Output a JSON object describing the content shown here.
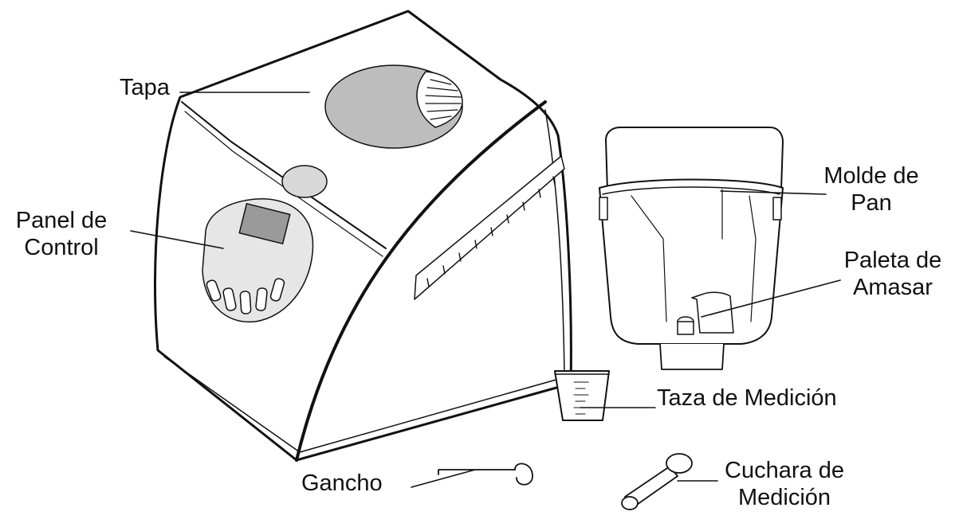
{
  "colors": {
    "ink": "#111111",
    "shade_light": "#e6e6e6",
    "shade_mid": "#bdbdbd",
    "shade_dark": "#9a9a9a",
    "background": "#ffffff"
  },
  "parts": {
    "lid": {
      "label": "Tapa"
    },
    "control_panel": {
      "line1": "Panel de",
      "line2": "Control"
    },
    "bread_pan": {
      "line1": "Molde de",
      "line2": "Pan"
    },
    "kneading_paddle": {
      "line1": "Paleta de",
      "line2": "Amasar"
    },
    "measuring_cup": {
      "label": "Taza de Medición"
    },
    "hook": {
      "label": "Gancho"
    },
    "measuring_spoon": {
      "line1": "Cuchara de",
      "line2": "Medición"
    }
  }
}
